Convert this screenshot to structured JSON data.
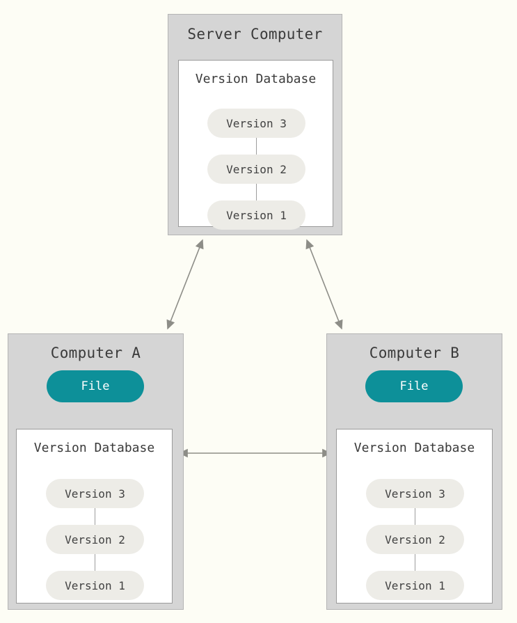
{
  "diagram": {
    "background_color": "#fdfdf5",
    "panel_color": "#d5d5d5",
    "accent_color": "#0d9099",
    "pill_color": "#edece7",
    "arrow_color": "#8d8d87",
    "server": {
      "title": "Server Computer",
      "database": {
        "title": "Version Database",
        "versions": [
          {
            "label": "Version 3"
          },
          {
            "label": "Version 2"
          },
          {
            "label": "Version 1"
          }
        ]
      }
    },
    "computers": [
      {
        "title": "Computer A",
        "file_label": "File",
        "database": {
          "title": "Version Database",
          "versions": [
            {
              "label": "Version 3"
            },
            {
              "label": "Version 2"
            },
            {
              "label": "Version 1"
            }
          ]
        }
      },
      {
        "title": "Computer B",
        "file_label": "File",
        "database": {
          "title": "Version Database",
          "versions": [
            {
              "label": "Version 3"
            },
            {
              "label": "Version 2"
            },
            {
              "label": "Version 1"
            }
          ]
        }
      }
    ],
    "connections": [
      {
        "name": "server-to-computer-a",
        "style": "double-arrow"
      },
      {
        "name": "server-to-computer-b",
        "style": "double-arrow"
      },
      {
        "name": "computer-a-to-computer-b",
        "style": "double-arrow"
      },
      {
        "name": "database-a-to-file-a",
        "style": "single-arrow-up"
      },
      {
        "name": "database-b-to-file-b",
        "style": "single-arrow-up"
      }
    ]
  }
}
